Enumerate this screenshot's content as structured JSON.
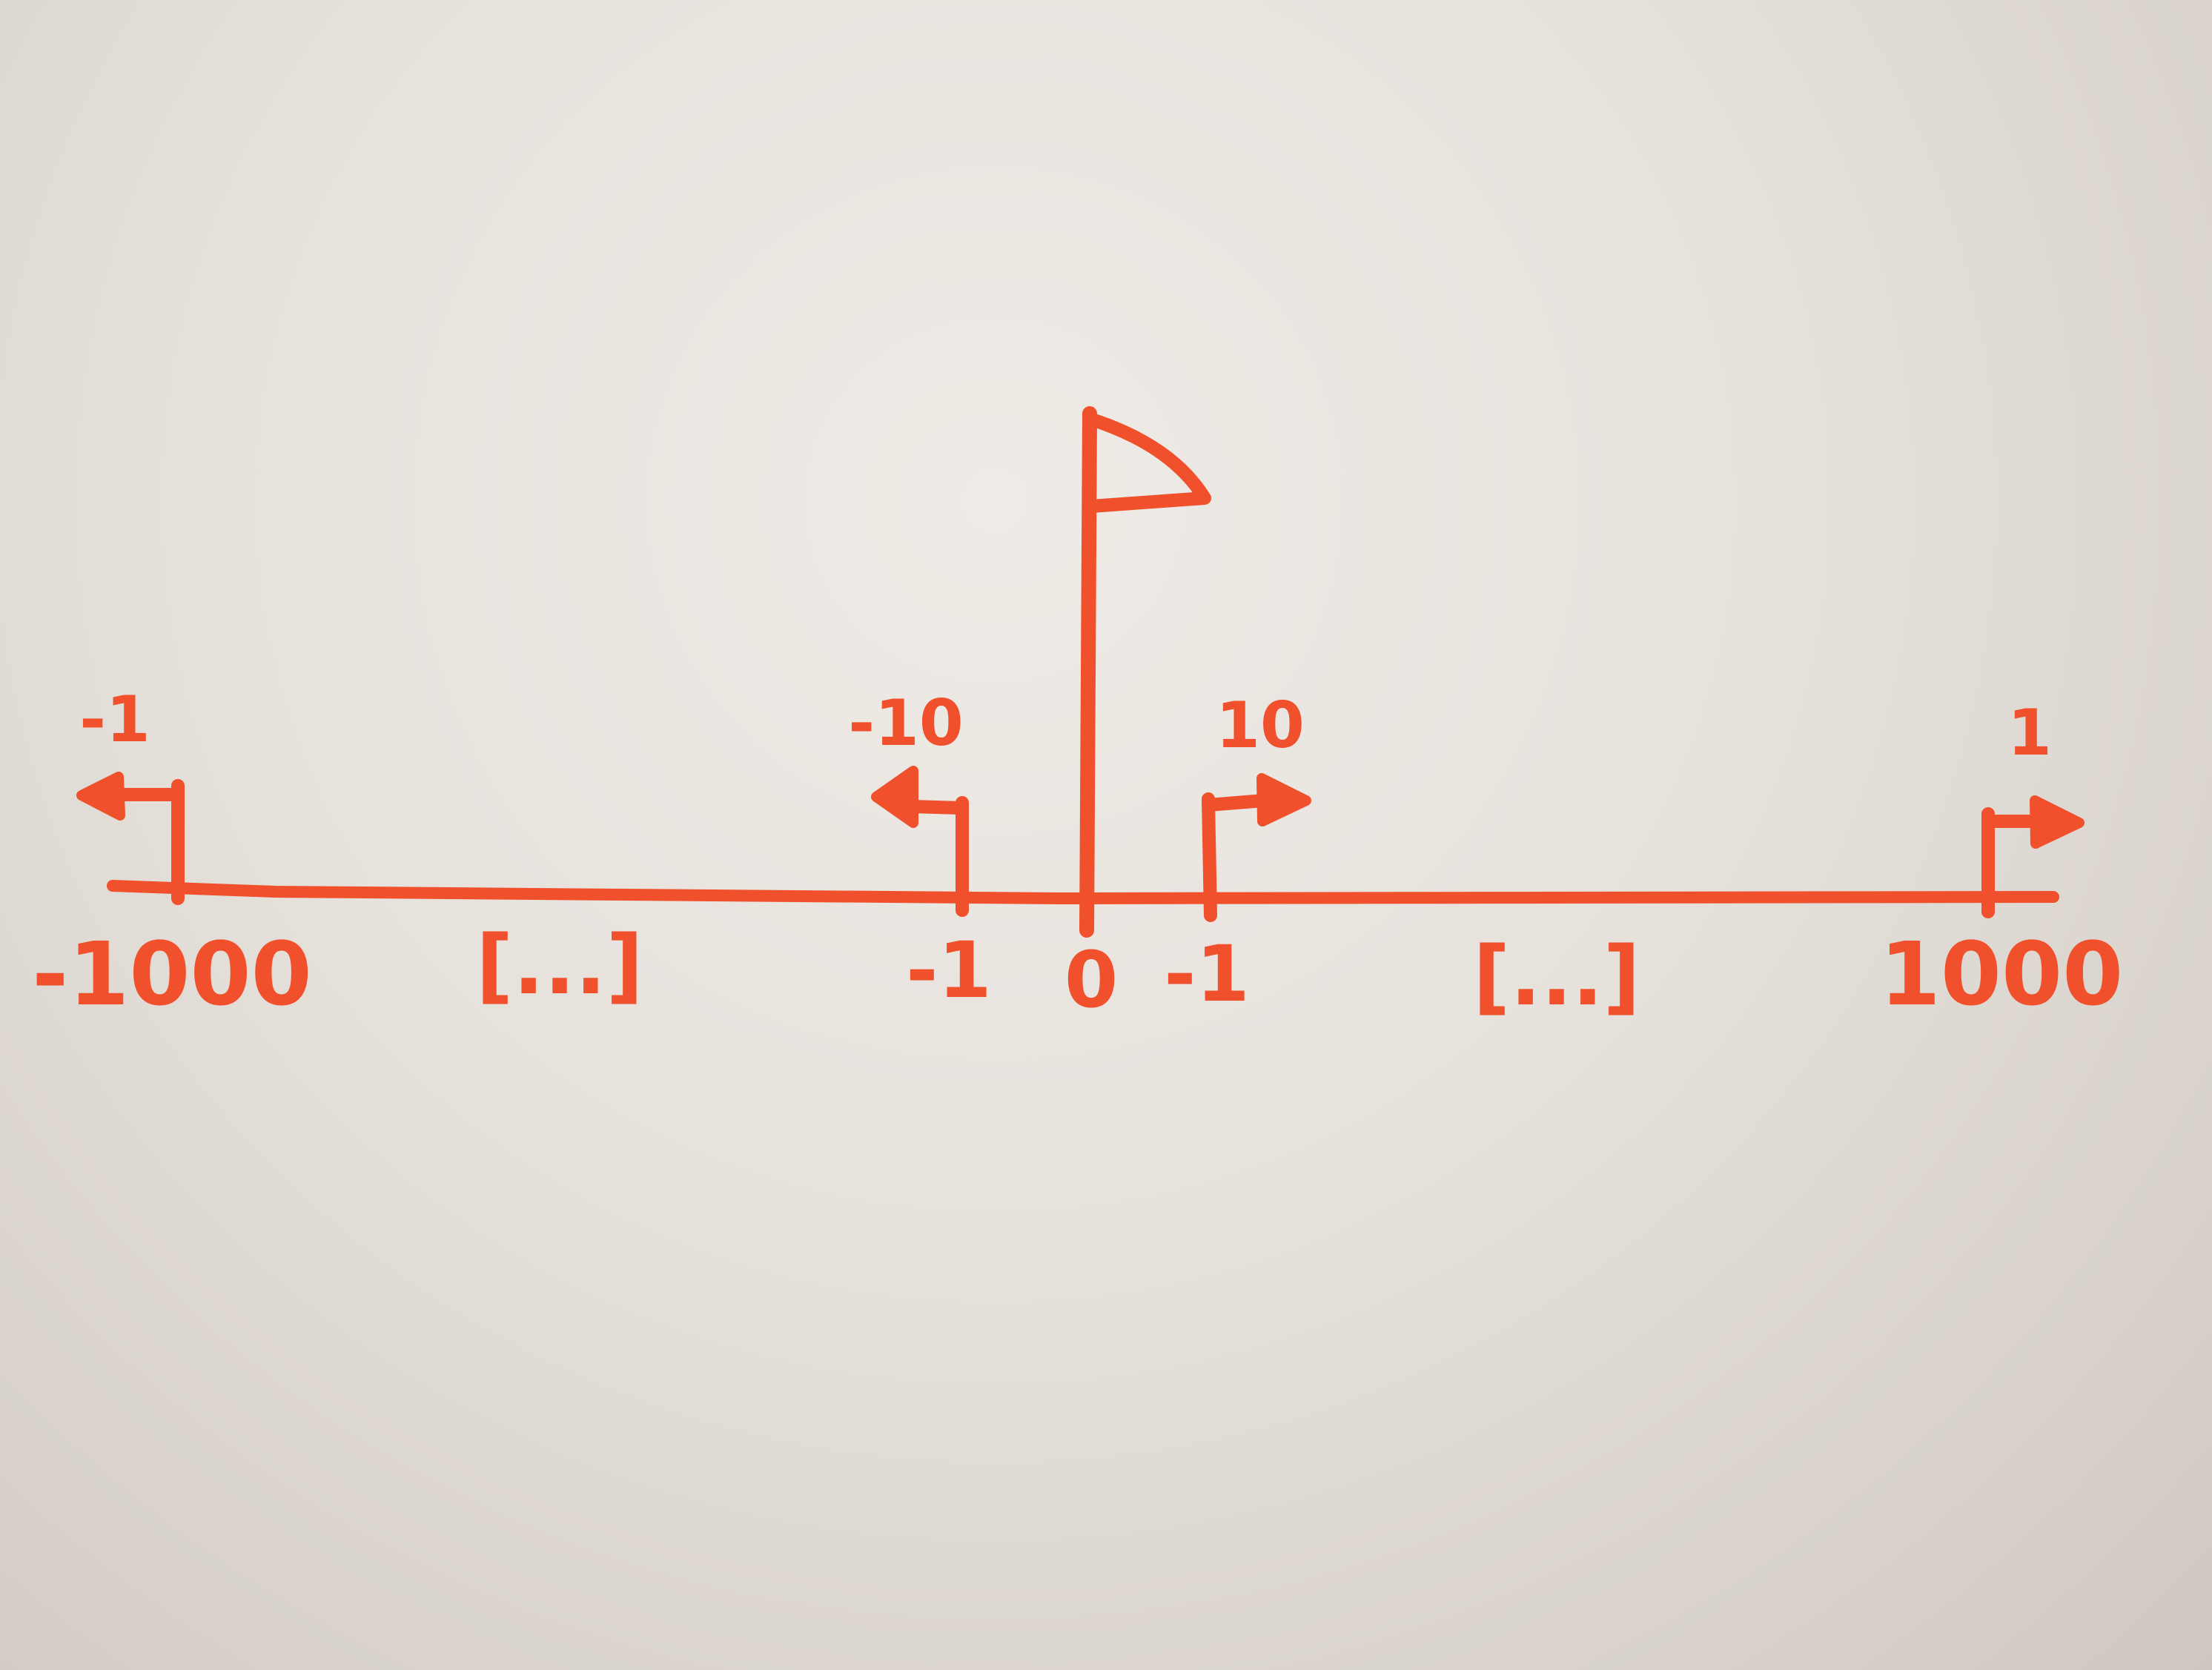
{
  "colors": {
    "ink": "#f0502c",
    "board": "#e8e4df"
  },
  "diagram": {
    "ticks": {
      "left_end": "-1000",
      "left_inner": "-1",
      "center": "0",
      "right_inner": "-1",
      "right_end": "1000"
    },
    "ellipsis_left": "[...]",
    "ellipsis_right": "[...]",
    "arrows": {
      "far_left": {
        "label": "-1",
        "direction": "left"
      },
      "near_left": {
        "label": "-10",
        "direction": "left"
      },
      "near_right": {
        "label": "10",
        "direction": "right"
      },
      "far_right": {
        "label": "1",
        "direction": "right"
      }
    },
    "flag_icon": "flag-icon"
  }
}
